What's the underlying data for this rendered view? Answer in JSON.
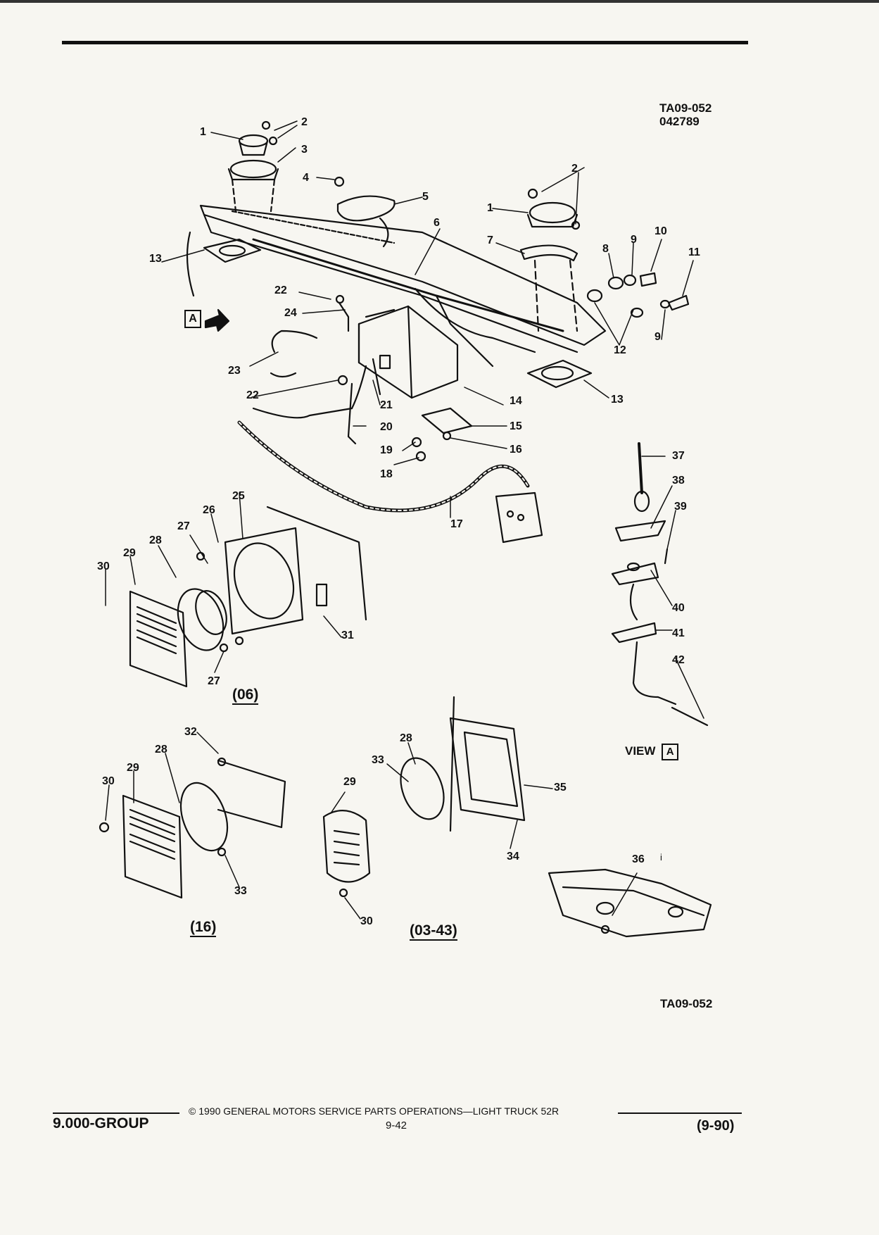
{
  "header": {
    "drawing_id": "TA09-052",
    "drawing_date": "042789"
  },
  "views": {
    "view_a_label": "VIEW",
    "view_a_letter": "A",
    "view_a_arrow_letter": "A",
    "sub_06": "(06)",
    "sub_16": "(16)",
    "sub_03_43": "(03-43)",
    "small_mark": "i"
  },
  "figure_id_bottom": "TA09-052",
  "callouts": [
    "1",
    "2",
    "3",
    "4",
    "2",
    "1",
    "5",
    "6",
    "7",
    "8",
    "9",
    "10",
    "11",
    "13",
    "22",
    "24",
    "23",
    "22",
    "21",
    "20",
    "19",
    "18",
    "12",
    "9",
    "13",
    "14",
    "15",
    "16",
    "17",
    "37",
    "38",
    "39",
    "40",
    "41",
    "42",
    "25",
    "26",
    "27",
    "28",
    "29",
    "30",
    "31",
    "27",
    "32",
    "28",
    "29",
    "30",
    "33",
    "28",
    "29",
    "33",
    "35",
    "34",
    "36",
    "30"
  ],
  "footer": {
    "group": "9.000-GROUP",
    "copyright": "© 1990 GENERAL MOTORS SERVICE PARTS OPERATIONS—LIGHT TRUCK 52R",
    "page_number": "9-42",
    "revision": "(9-90)"
  }
}
